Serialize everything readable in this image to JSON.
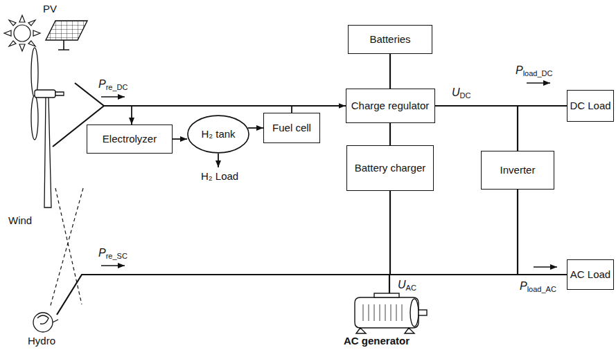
{
  "diagram": {
    "nodes": [
      {
        "text": [
          "Electrolyzer"
        ]
      },
      {
        "text": [
          "H₂ tank"
        ]
      },
      {
        "text": [
          "Fuel cell"
        ]
      },
      {
        "text": [
          "Batteries"
        ]
      },
      {
        "text": [
          "Charge regulator"
        ]
      },
      {
        "text": [
          "Battery charger"
        ]
      },
      {
        "text": [
          "Inverter"
        ]
      },
      {
        "text": [
          "DC Load"
        ]
      },
      {
        "text": [
          "AC Load"
        ]
      }
    ],
    "edges": [
      {
        "from": 0,
        "to": 1,
        "arrow": "to"
      },
      {
        "from": 1,
        "to": 2,
        "arrow": "to"
      },
      {
        "from": 2,
        "to": 4,
        "arrow": "to"
      },
      {
        "from": 3,
        "to": 4,
        "arrow": "none"
      },
      {
        "from": 4,
        "to": 5,
        "arrow": "none"
      },
      {
        "from": 4,
        "to": 7,
        "arrow": "none"
      },
      {
        "from": 4,
        "to": 6,
        "arrow": "none"
      },
      {
        "from": 6,
        "to": 8,
        "arrow": "none"
      },
      {
        "from": 5,
        "to": 8,
        "arrow": "none"
      }
    ],
    "labels": [
      "PV",
      "Wind",
      "Hydro",
      "Pre_DC",
      "H₂ Load",
      "Pre_SC",
      "UDC",
      "Pload_DC",
      "UAC",
      "Pload_AC",
      "AC generator"
    ]
  }
}
